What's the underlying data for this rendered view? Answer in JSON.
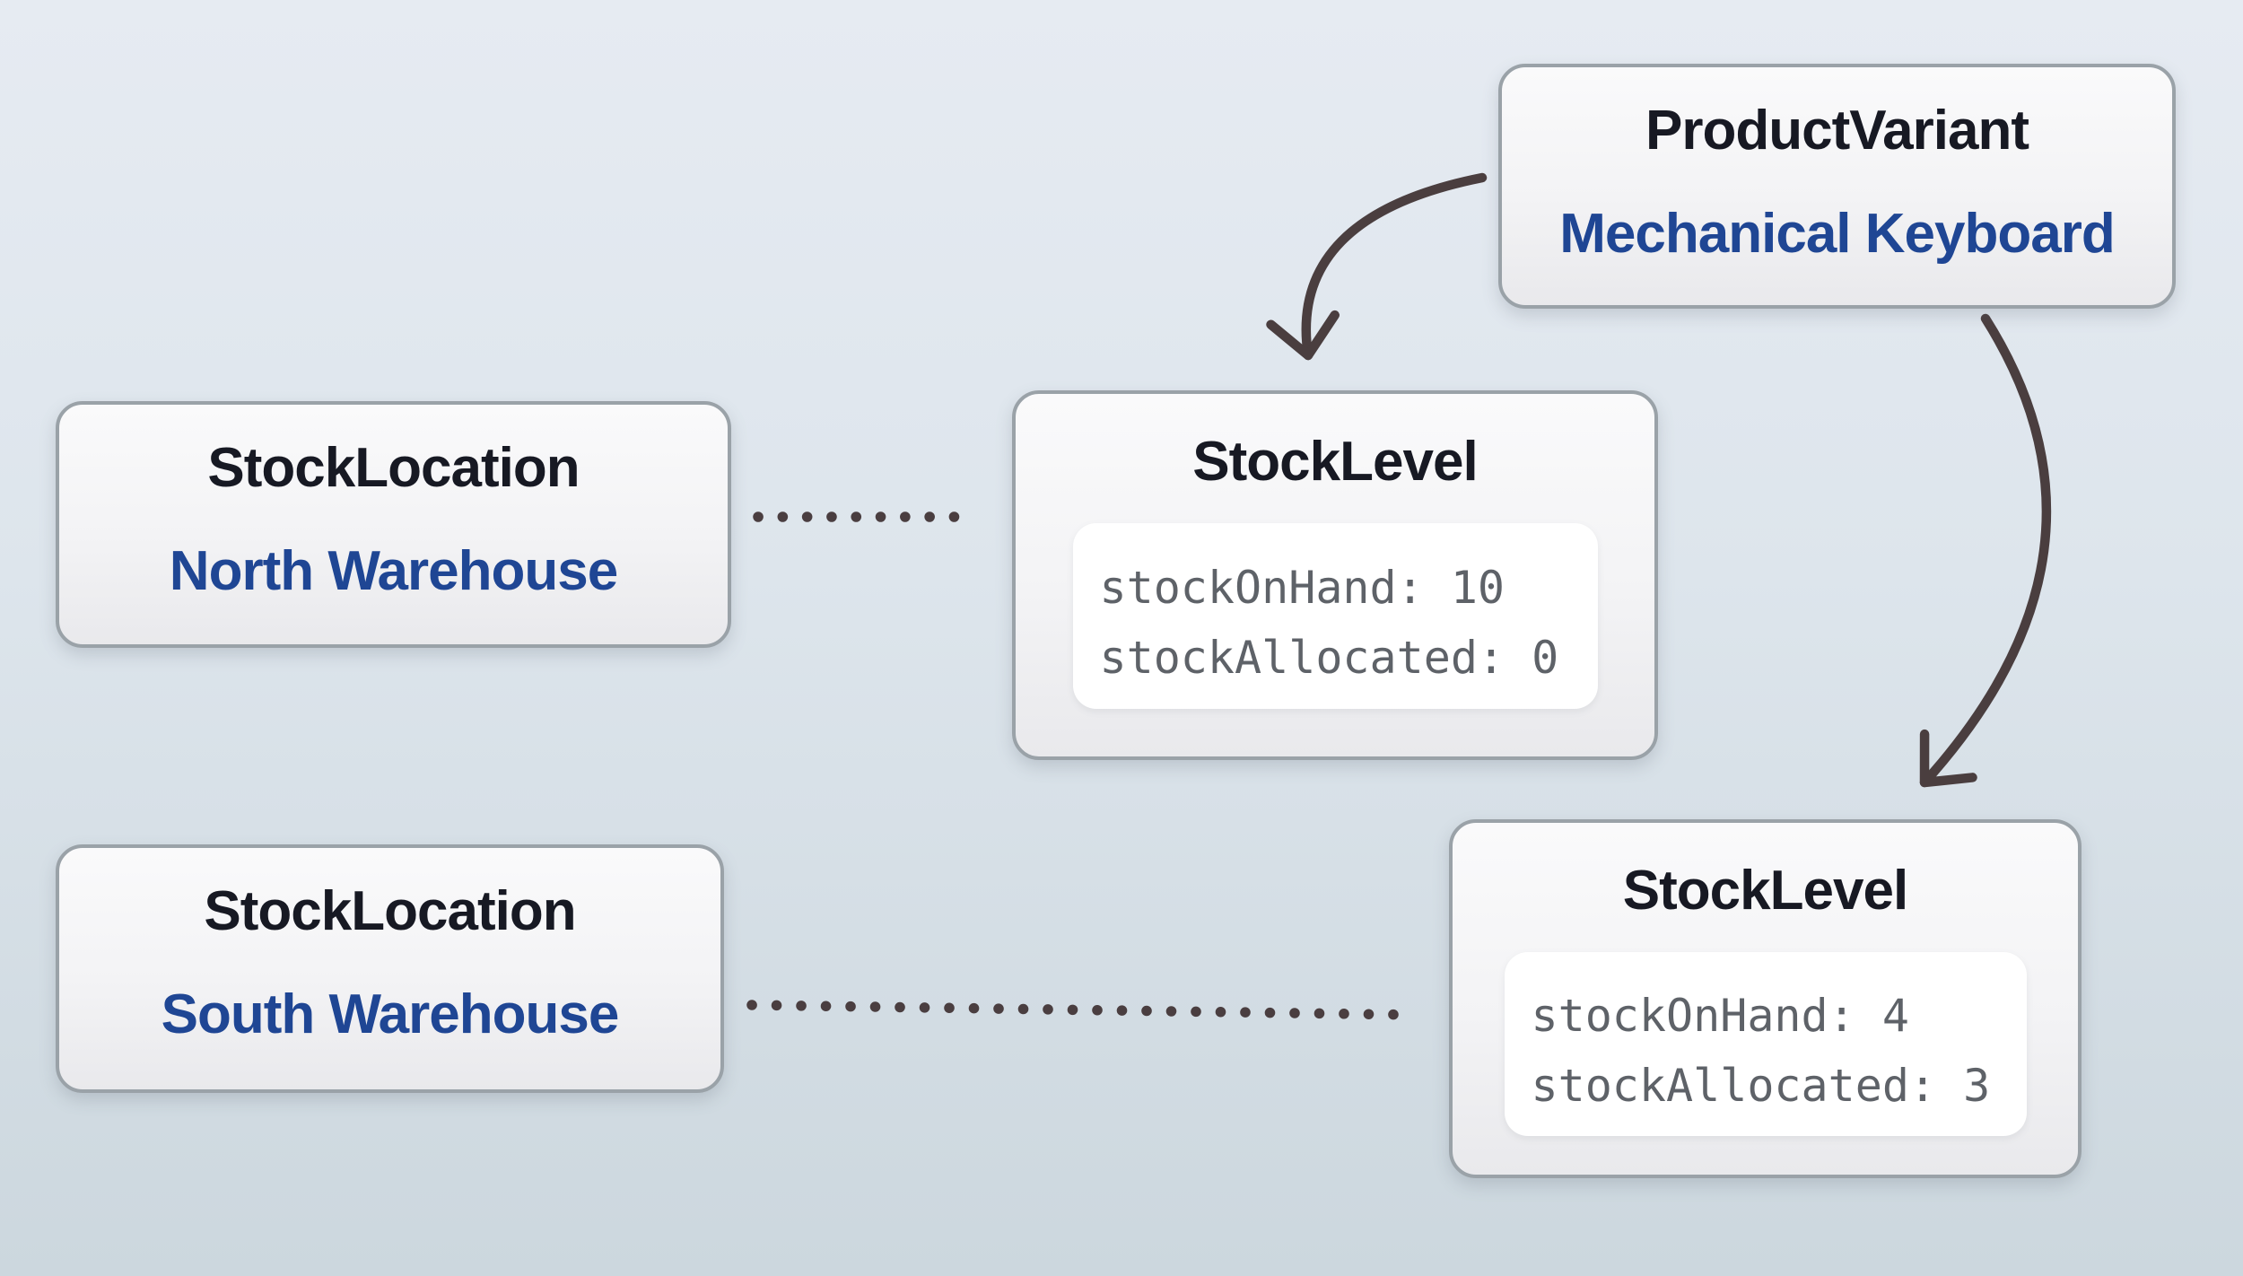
{
  "diagram": {
    "nodes": {
      "product_variant": {
        "type": "ProductVariant",
        "name": "Mechanical Keyboard"
      },
      "stock_location_north": {
        "type": "StockLocation",
        "name": "North Warehouse"
      },
      "stock_location_south": {
        "type": "StockLocation",
        "name": "South Warehouse"
      },
      "stock_level_north": {
        "type": "StockLevel",
        "fields": [
          {
            "text": "stockOnHand: 10"
          },
          {
            "text": "stockAllocated: 0"
          }
        ]
      },
      "stock_level_south": {
        "type": "StockLevel",
        "fields": [
          {
            "text": "stockOnHand: 4"
          },
          {
            "text": "stockAllocated: 3"
          }
        ]
      }
    },
    "edges": [
      {
        "from": "product_variant",
        "to": "stock_level_north",
        "style": "curved-arrow"
      },
      {
        "from": "product_variant",
        "to": "stock_level_south",
        "style": "curved-arrow"
      },
      {
        "from": "stock_location_north",
        "to": "stock_level_north",
        "style": "dotted"
      },
      {
        "from": "stock_location_south",
        "to": "stock_level_south",
        "style": "dotted"
      }
    ],
    "colors": {
      "background_top": "#e6ebf2",
      "background_bottom": "#ccd7de",
      "entity_type_text": "#171923",
      "entity_name_text": "#1f4694",
      "code_text": "#5e6268",
      "connector": "#4a3e3f",
      "node_border": "#9aa2a8",
      "node_fill": "#f3f3f5",
      "code_panel_fill": "#ffffff"
    }
  }
}
